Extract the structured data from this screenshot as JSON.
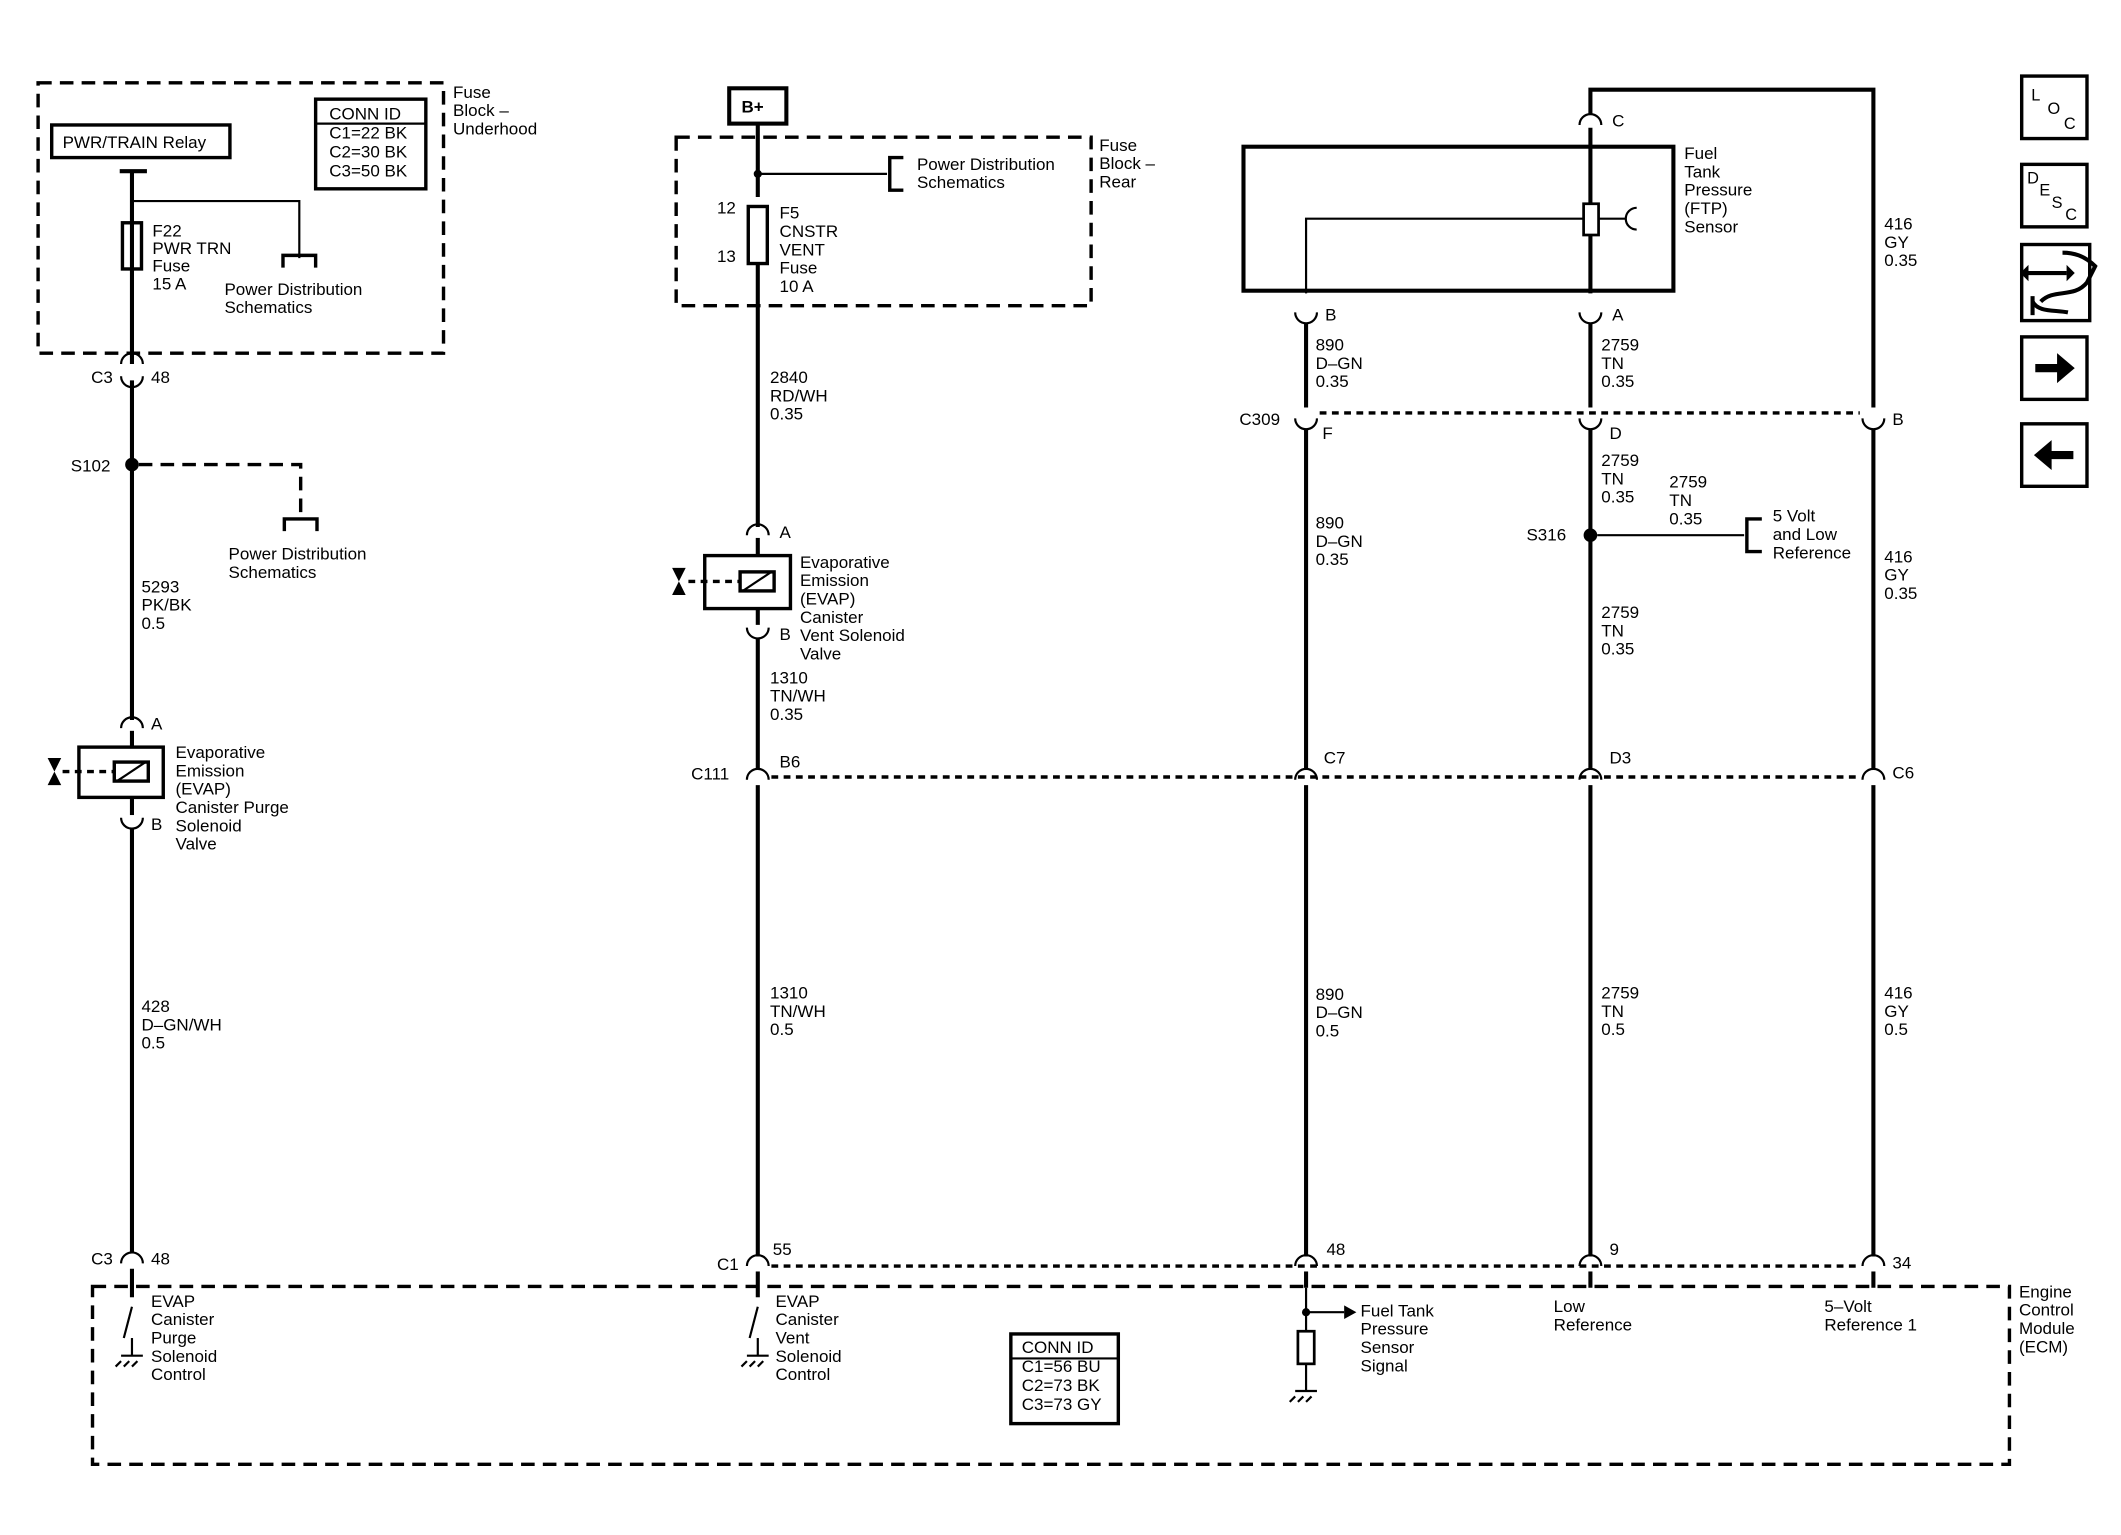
{
  "labels": {
    "fuse_block_underhood": [
      "Fuse",
      "Block –",
      "Underhood"
    ],
    "conn_id_top": [
      "CONN ID",
      "C1=22 BK",
      "C2=30 BK",
      "C3=50 BK"
    ],
    "pwr_relay": "PWR/TRAIN Relay",
    "f22": [
      "F22",
      "PWR TRN",
      "Fuse",
      "15 A"
    ],
    "pds_1": [
      "Power Distribution",
      "Schematics"
    ],
    "c3_top": "C3",
    "c3_top_pin": "48",
    "s102": "S102",
    "pds_2": [
      "Power Distribution",
      "Schematics"
    ],
    "w5293": [
      "5293",
      "PK/BK",
      "0.5"
    ],
    "purge_pin_a": "A",
    "purge_pin_b": "B",
    "purge_valve": [
      "Evaporative",
      "Emission",
      "(EVAP)",
      "Canister Purge",
      "Solenoid",
      "Valve"
    ],
    "w428": [
      "428",
      "D–GN/WH",
      "0.5"
    ],
    "c3_bottom": "C3",
    "c3_bottom_pin": "48",
    "ecm_purge_ctrl": [
      "EVAP",
      "Canister",
      "Purge",
      "Solenoid",
      "Control"
    ],
    "bplus": "B+",
    "pds_3": [
      "Power Distribution",
      "Schematics"
    ],
    "fuse_block_rear": [
      "Fuse",
      "Block –",
      "Rear"
    ],
    "f5_pin_in": "12",
    "f5_pin_out": "13",
    "f5": [
      "F5",
      "CNSTR",
      "VENT",
      "Fuse",
      "10 A"
    ],
    "w2840": [
      "2840",
      "RD/WH",
      "0.35"
    ],
    "vent_pin_a": "A",
    "vent_pin_b": "B",
    "vent_valve": [
      "Evaporative",
      "Emission",
      "(EVAP)",
      "Canister",
      "Vent Solenoid",
      "Valve"
    ],
    "w1310_a": [
      "1310",
      "TN/WH",
      "0.35"
    ],
    "c111": "C111",
    "c111_b6": "B6",
    "w1310_b": [
      "1310",
      "TN/WH",
      "0.5"
    ],
    "c1": "C1",
    "c1_55": "55",
    "ecm_vent_ctrl": [
      "EVAP",
      "Canister",
      "Vent",
      "Solenoid",
      "Control"
    ],
    "conn_id_bottom": [
      "CONN ID",
      "C1=56 BU",
      "C2=73 BK",
      "C3=73 GY"
    ],
    "ftp_sensor": [
      "Fuel",
      "Tank",
      "Pressure",
      "(FTP)",
      "Sensor"
    ],
    "ftp_pin_c": "C",
    "ftp_pin_b": "B",
    "ftp_pin_a": "A",
    "w890_a": [
      "890",
      "D–GN",
      "0.35"
    ],
    "w2759_a": [
      "2759",
      "TN",
      "0.35"
    ],
    "w416_a": [
      "416",
      "GY",
      "0.35"
    ],
    "c309": "C309",
    "c309_f": "F",
    "c309_d": "D",
    "c309_b": "B",
    "w2759_b": [
      "2759",
      "TN",
      "0.35"
    ],
    "w2759_c": [
      "2759",
      "TN",
      "0.35"
    ],
    "s316": "S316",
    "ref_5v_low": [
      "5 Volt",
      "and Low",
      "Reference"
    ],
    "w890_b": [
      "890",
      "D–GN",
      "0.35"
    ],
    "w416_b": [
      "416",
      "GY",
      "0.35"
    ],
    "w2759_d": [
      "2759",
      "TN",
      "0.35"
    ],
    "c111_c7": "C7",
    "c111_d3": "D3",
    "c111_c6": "C6",
    "w890_c": [
      "890",
      "D–GN",
      "0.5"
    ],
    "w2759_e": [
      "2759",
      "TN",
      "0.5"
    ],
    "w416_c": [
      "416",
      "GY",
      "0.5"
    ],
    "c1_48": "48",
    "c1_9": "9",
    "c1_34": "34",
    "ecm_ftp_signal": [
      "Fuel Tank",
      "Pressure",
      "Sensor",
      "Signal"
    ],
    "ecm_low_ref": [
      "Low",
      "Reference"
    ],
    "ecm_5v_ref": [
      "5–Volt",
      "Reference 1"
    ],
    "ecm": [
      "Engine",
      "Control",
      "Module",
      "(ECM)"
    ]
  },
  "nav": {
    "loc": [
      "L",
      "O",
      "C"
    ],
    "desc": [
      "D",
      "E",
      "S",
      "C"
    ],
    "icons": [
      "location-button",
      "description-button",
      "related-circuits-icon",
      "next-page-icon",
      "previous-page-icon"
    ]
  },
  "colors": {
    "ink": "#000000",
    "paper": "#ffffff"
  }
}
